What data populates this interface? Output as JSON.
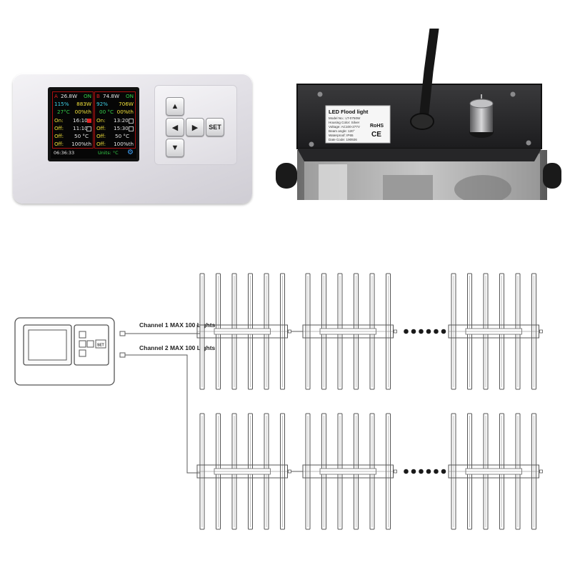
{
  "controller_screen": {
    "ch_a": {
      "header_label": "A",
      "header_power": "26.8W",
      "header_state": "ON",
      "power_percent": "115%",
      "power_watts": "883W",
      "temp": "27°C",
      "fan_percent": "00%th",
      "on_label": "On:",
      "on_time": "16:10",
      "off_label": "Off:",
      "off_time": "11:10",
      "off_temp": "50 °C",
      "off_label2": "Off:",
      "off_percent": "100%th"
    },
    "ch_b": {
      "header_label": "B",
      "header_power": "74.8W",
      "header_state": "ON",
      "power_percent": "92%",
      "power_watts": "706W",
      "temp": "00 °C",
      "fan_percent": "00%th",
      "on_label": "On:",
      "on_time": "13:20",
      "off_label": "Off:",
      "off_time": "15:30",
      "off_temp": "50 °C",
      "off_label2": "Off:",
      "off_percent": "100%th"
    },
    "clock": "06:36:33",
    "units": "Units: °C"
  },
  "controller_buttons": {
    "up": "▲",
    "left": "◀",
    "right": "▶",
    "down": "▼",
    "set": "SET"
  },
  "flood_label": {
    "title": "LED Flood light",
    "lines": [
      "Model No.: LT-0750W",
      "Housing Color: Silver",
      "Voltage: AC100-277V",
      "Beam angle: 120°",
      "Waterproof: IP65",
      "Date Code: 190926"
    ],
    "mark_rohs": "RoHS",
    "mark_ce": "CE"
  },
  "wiring": {
    "channel1_label": "Channel 1 MAX 100 Lights",
    "channel2_label": "Channel 2 MAX 100 Lights",
    "controller_set": "SET",
    "ellipsis_dots": 6
  },
  "colors": {
    "screen_red": "#e02020",
    "screen_green": "#35d04a",
    "screen_cyan": "#3fd2e8",
    "screen_yellow": "#f2e23a",
    "diagram_line": "#5a5a5a"
  }
}
